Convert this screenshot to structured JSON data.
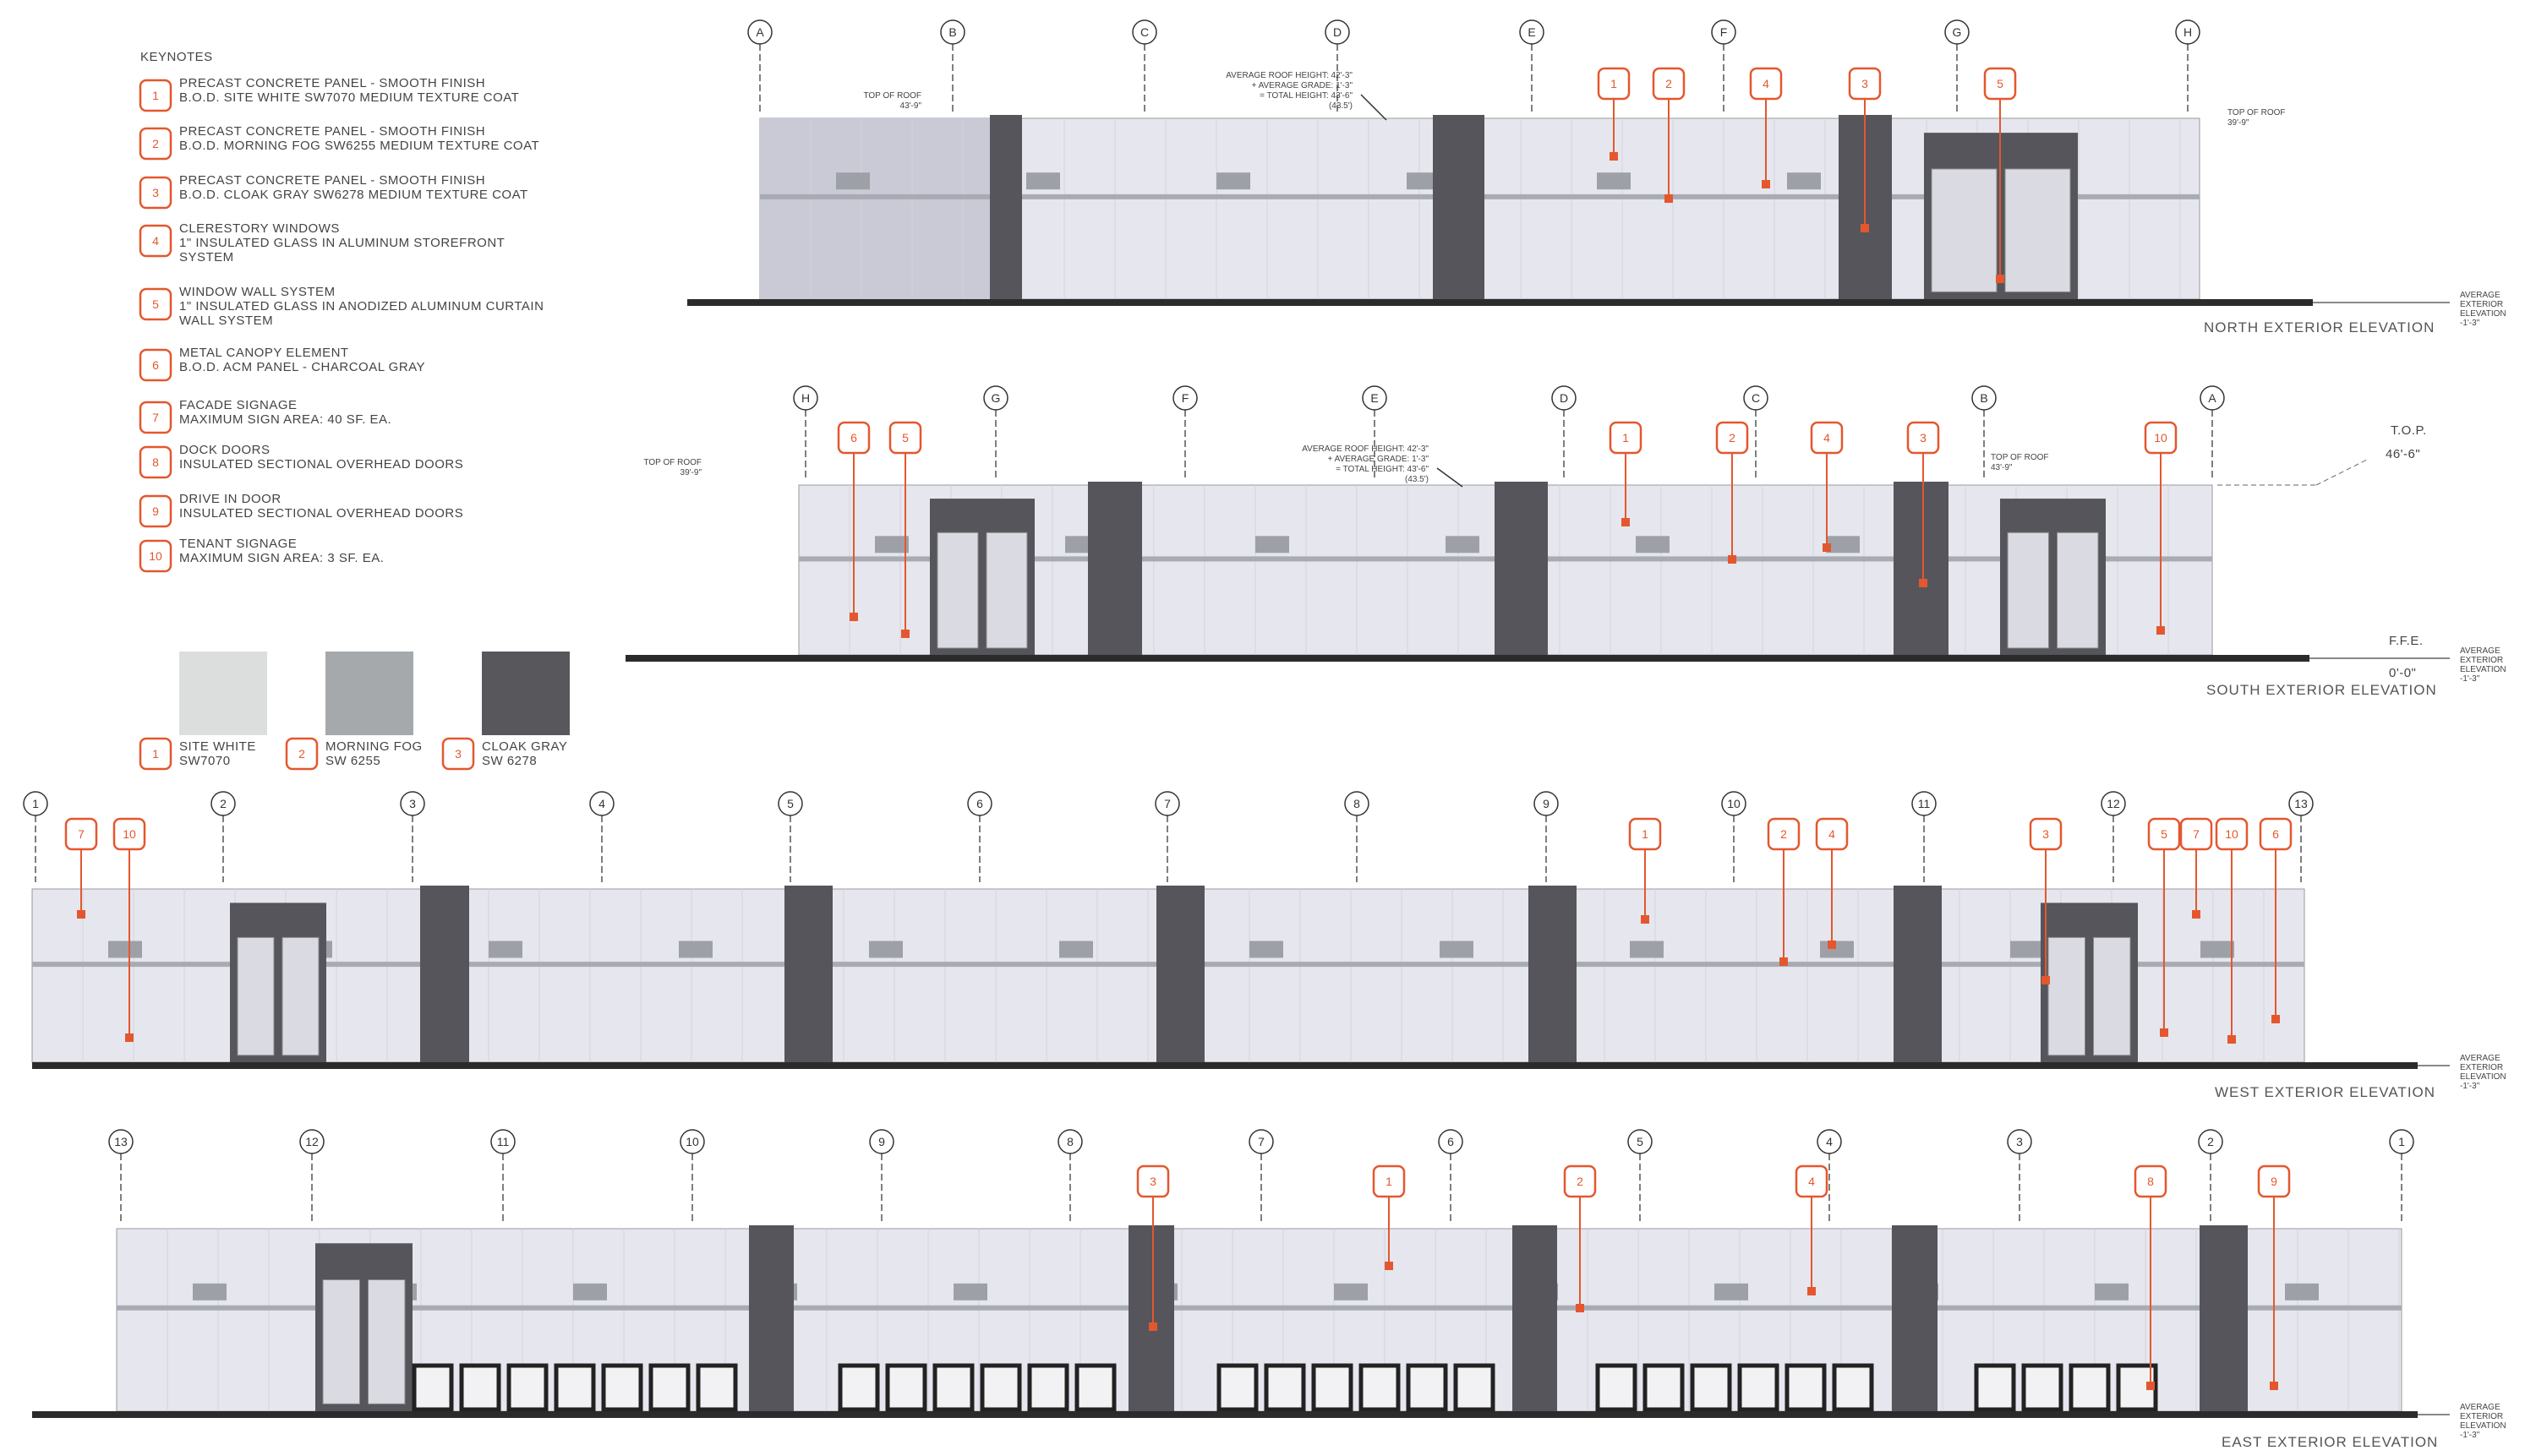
{
  "keynotes": {
    "title": "KEYNOTES",
    "items": [
      {
        "num": "1",
        "lines": [
          "PRECAST CONCRETE PANEL - SMOOTH FINISH",
          "B.O.D. SITE WHITE SW7070 MEDIUM TEXTURE COAT"
        ]
      },
      {
        "num": "2",
        "lines": [
          "PRECAST CONCRETE PANEL - SMOOTH FINISH",
          "B.O.D. MORNING FOG SW6255 MEDIUM TEXTURE COAT"
        ]
      },
      {
        "num": "3",
        "lines": [
          "PRECAST CONCRETE PANEL - SMOOTH FINISH",
          "B.O.D. CLOAK GRAY SW6278 MEDIUM TEXTURE COAT"
        ]
      },
      {
        "num": "4",
        "lines": [
          "CLERESTORY WINDOWS",
          "1\" INSULATED GLASS IN ALUMINUM STOREFRONT",
          "SYSTEM"
        ]
      },
      {
        "num": "5",
        "lines": [
          "WINDOW WALL SYSTEM",
          "1\" INSULATED GLASS IN ANODIZED ALUMINUM CURTAIN",
          "WALL SYSTEM"
        ]
      },
      {
        "num": "6",
        "lines": [
          "METAL CANOPY ELEMENT",
          "B.O.D. ACM PANEL - CHARCOAL GRAY"
        ]
      },
      {
        "num": "7",
        "lines": [
          "FACADE SIGNAGE",
          "MAXIMUM SIGN AREA: 40 SF. EA."
        ]
      },
      {
        "num": "8",
        "lines": [
          "DOCK DOORS",
          "INSULATED SECTIONAL OVERHEAD DOORS"
        ]
      },
      {
        "num": "9",
        "lines": [
          "DRIVE IN DOOR",
          "INSULATED SECTIONAL OVERHEAD DOORS"
        ]
      },
      {
        "num": "10",
        "lines": [
          "TENANT SIGNAGE",
          "MAXIMUM SIGN AREA: 3 SF. EA."
        ]
      }
    ]
  },
  "swatches": [
    {
      "num": "1",
      "name": "SITE WHITE",
      "code": "SW7070",
      "color": "#dcdedd"
    },
    {
      "num": "2",
      "name": "MORNING FOG",
      "code": "SW 6255",
      "color": "#a5a9ab"
    },
    {
      "num": "3",
      "name": "CLOAK GRAY",
      "code": "SW 6278",
      "color": "#58585c"
    }
  ],
  "colors": {
    "accent": "#e4572e",
    "panel_light": "#e6e7ee",
    "panel_mid": "#c9cad6",
    "panel_dark": "#55555b",
    "ground": "#2b2b2b"
  },
  "grade_label": [
    "AVERAGE",
    "EXTERIOR",
    "ELEVATION",
    "-1'-3\""
  ],
  "roof_note": [
    "AVERAGE ROOF HEIGHT: 42'-3\"",
    "+ AVERAGE GRADE: 1'-3\"",
    "= TOTAL HEIGHT: 43'-6\"",
    "(43.5')"
  ],
  "elevations": [
    {
      "id": "north",
      "title": "NORTH EXTERIOR ELEVATION",
      "grid": [
        "A",
        "B",
        "C",
        "D",
        "E",
        "F",
        "G",
        "H"
      ],
      "tags": [
        "1",
        "2",
        "4",
        "3",
        "5"
      ],
      "top_of_roof_left": [
        "TOP OF ROOF",
        "43'-9\""
      ],
      "top_of_roof_right": [
        "TOP OF ROOF",
        "39'-9\""
      ]
    },
    {
      "id": "south",
      "title": "SOUTH EXTERIOR ELEVATION",
      "grid": [
        "H",
        "G",
        "F",
        "E",
        "D",
        "C",
        "B",
        "A"
      ],
      "tags": [
        "6",
        "5",
        "1",
        "2",
        "4",
        "3",
        "10"
      ],
      "top_of_roof_left": [
        "TOP OF ROOF",
        "39'-9\""
      ],
      "top_of_roof_right": [
        "TOP OF ROOF",
        "43'-9\""
      ],
      "top": {
        "label": "T.O.P.",
        "value": "46'-6\""
      },
      "ffe": {
        "label": "F.F.E.",
        "value": "0'-0\""
      }
    },
    {
      "id": "west",
      "title": "WEST EXTERIOR ELEVATION",
      "grid": [
        "1",
        "2",
        "3",
        "4",
        "5",
        "6",
        "7",
        "8",
        "9",
        "10",
        "11",
        "12",
        "13"
      ],
      "tags": [
        "7",
        "10",
        "1",
        "2",
        "4",
        "3",
        "5",
        "7",
        "10",
        "6"
      ]
    },
    {
      "id": "east",
      "title": "EAST EXTERIOR ELEVATION",
      "grid": [
        "13",
        "12",
        "11",
        "10",
        "9",
        "8",
        "7",
        "6",
        "5",
        "4",
        "3",
        "2",
        "1"
      ],
      "tags": [
        "3",
        "1",
        "2",
        "4",
        "8",
        "9"
      ]
    }
  ]
}
